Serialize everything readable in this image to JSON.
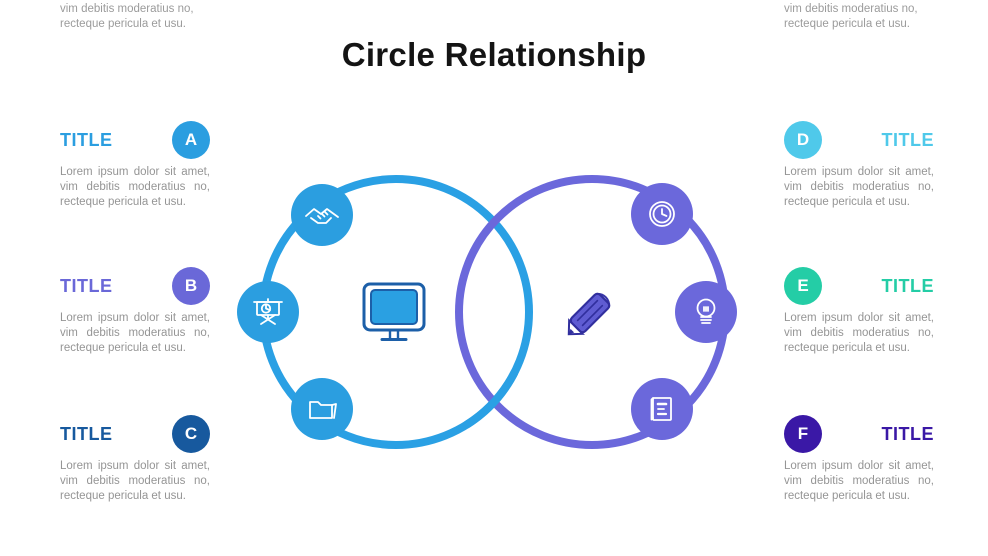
{
  "slide": {
    "title": "Circle Relationship"
  },
  "cropped_top": {
    "line1": "vim debitis moderatius no,",
    "line2": "recteque pericula et usu."
  },
  "blocks": [
    {
      "letter": "A",
      "title": "TITLE",
      "color": "#2b9ee0",
      "body": "Lorem ipsum dolor sit amet, vim debitis moderatius no, recteque pericula et usu."
    },
    {
      "letter": "B",
      "title": "TITLE",
      "color": "#6a68d8",
      "body": "Lorem ipsum dolor sit amet, vim debitis moderatius no, recteque pericula et usu."
    },
    {
      "letter": "C",
      "title": "TITLE",
      "color": "#17599e",
      "body": "Lorem ipsum dolor sit amet, vim debitis moderatius no, recteque pericula et usu."
    },
    {
      "letter": "D",
      "title": "TITLE",
      "color": "#4fc9ea",
      "body": "Lorem ipsum dolor sit amet, vim debitis moderatius no, recteque pericula et usu."
    },
    {
      "letter": "E",
      "title": "TITLE",
      "color": "#24cda6",
      "body": "Lorem ipsum dolor sit amet, vim debitis moderatius no, recteque pericula et usu."
    },
    {
      "letter": "F",
      "title": "TITLE",
      "color": "#3a18a6",
      "body": "Lorem ipsum dolor sit amet, vim debitis moderatius no, recteque pericula et usu."
    }
  ],
  "diagram": {
    "left_circle": {
      "color": "#2aa0e4",
      "badge_color": "#2b9ee0",
      "ring_icons": [
        "handshake-icon",
        "presentation-chart-icon",
        "folder-icon"
      ],
      "center_icon": "monitor-icon"
    },
    "right_circle": {
      "color": "#6b68db",
      "badge_color": "#6b68db",
      "ring_icons": [
        "clock-icon",
        "lightbulb-icon",
        "book-icon"
      ],
      "center_icon": "pencil-icon"
    }
  }
}
